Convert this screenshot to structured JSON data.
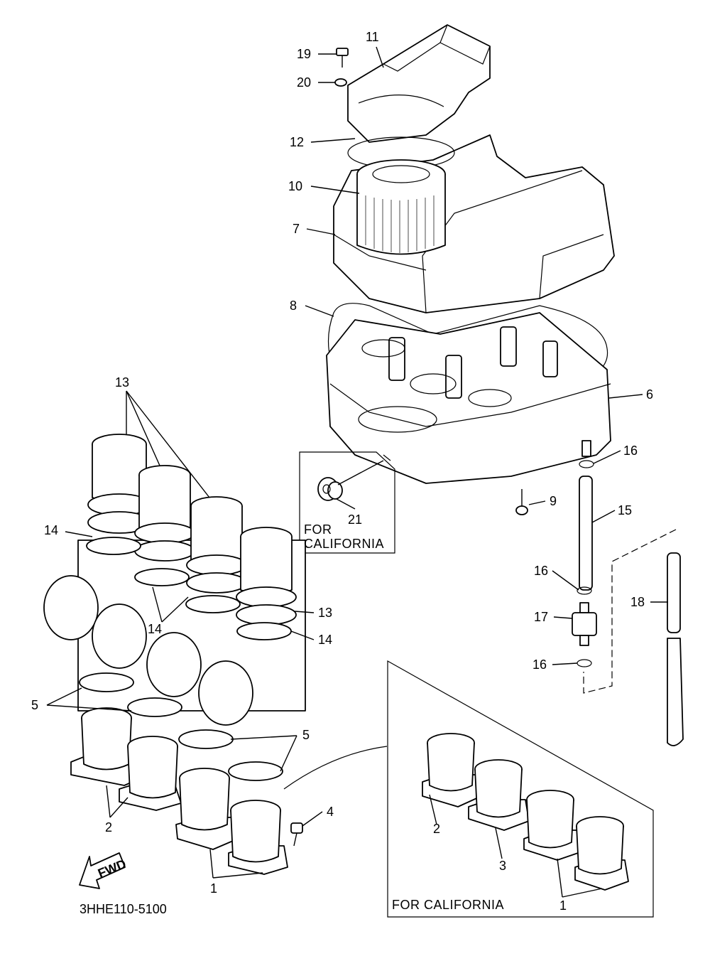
{
  "callouts": {
    "c1a": "1",
    "c1b": "1",
    "c2a": "2",
    "c2b": "2",
    "c3": "3",
    "c4": "4",
    "c5a": "5",
    "c5b": "5",
    "c6": "6",
    "c7": "7",
    "c8": "8",
    "c9": "9",
    "c10": "10",
    "c11": "11",
    "c12": "12",
    "c13a": "13",
    "c13b": "13",
    "c14a": "14",
    "c14b": "14",
    "c14c": "14",
    "c15": "15",
    "c16a": "16",
    "c16b": "16",
    "c16c": "16",
    "c17": "17",
    "c18": "18",
    "c19": "19",
    "c20": "20",
    "c21": "21"
  },
  "notes": {
    "california_box_line1": "FOR",
    "california_box_line2": "CALIFORNIA",
    "california_inset": "FOR CALIFORNIA",
    "fwd": "FWD"
  },
  "diagram_code": "3HHE110-5100"
}
